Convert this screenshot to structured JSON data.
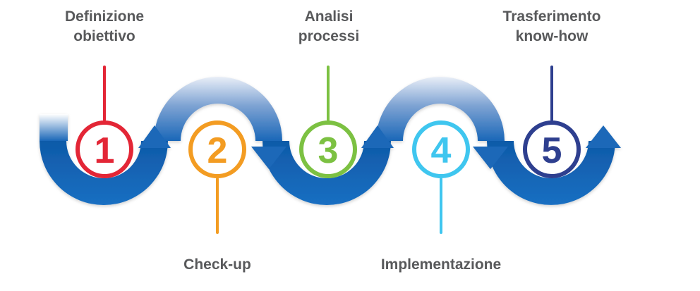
{
  "steps": [
    {
      "number": "1",
      "label_lines": [
        "Definizione",
        "obiettivo"
      ],
      "color": "#e32636"
    },
    {
      "number": "2",
      "label_lines": [
        "Check-up"
      ],
      "color": "#f39c22"
    },
    {
      "number": "3",
      "label_lines": [
        "Analisi",
        "processi"
      ],
      "color": "#7cc142"
    },
    {
      "number": "4",
      "label_lines": [
        "Implementazione"
      ],
      "color": "#3fc6ef"
    },
    {
      "number": "5",
      "label_lines": [
        "Trasferimento",
        "know-how"
      ],
      "color": "#2e3f8f"
    }
  ],
  "colors": {
    "arrow": "#1a67b8",
    "arrow_dark": "#0d4f9a",
    "text": "#58595b"
  }
}
